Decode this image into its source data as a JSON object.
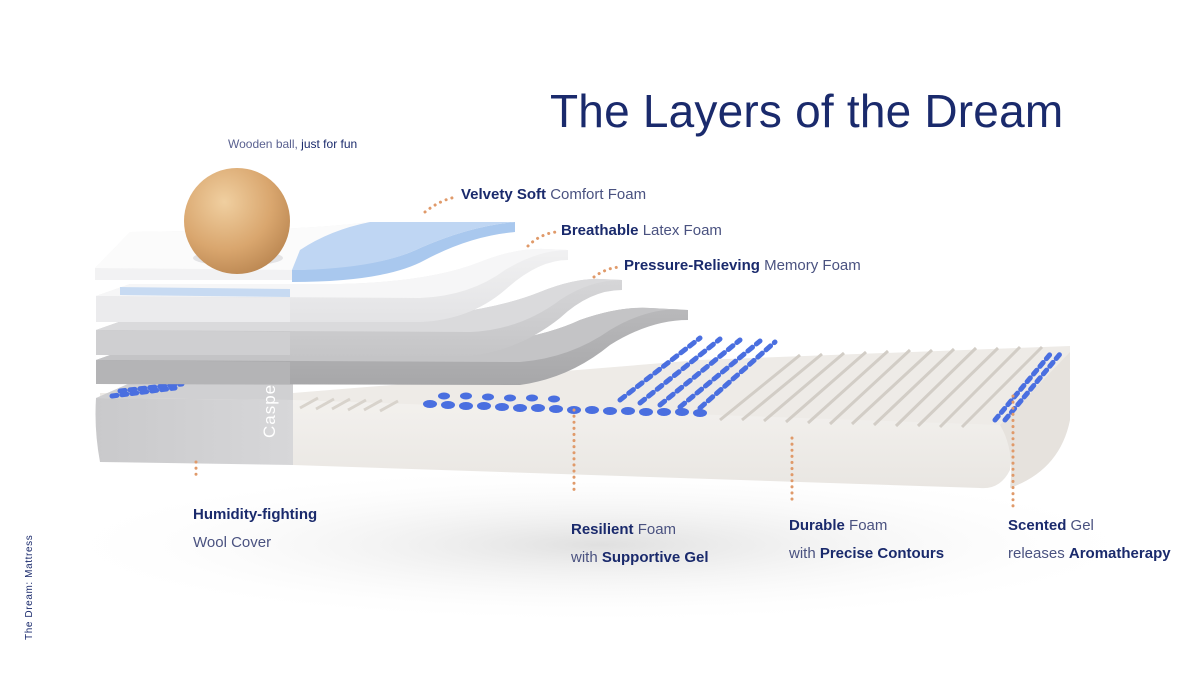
{
  "title": "The Layers of the Dream",
  "side_caption": "The Dream: Mattress",
  "brand_mark": "Casper",
  "ball_label": {
    "normal": "Wooden ball, ",
    "strong": "just for fun"
  },
  "layers_top": [
    {
      "strong": "Velvety Soft",
      "normal": " Comfort Foam"
    },
    {
      "strong": "Breathable",
      "normal": " Latex Foam"
    },
    {
      "strong": "Pressure-Relieving",
      "normal": " Memory Foam"
    }
  ],
  "layers_bottom": [
    {
      "line1_strong": "Humidity-fighting",
      "line1_normal": "",
      "line2_strong": "",
      "line2_normal": "Wool Cover"
    },
    {
      "line1_strong": "Resilient",
      "line1_normal": " Foam",
      "line2_normal": "with ",
      "line2_strong": "Supportive Gel"
    },
    {
      "line1_strong": "Durable",
      "line1_normal": " Foam",
      "line2_normal": "with ",
      "line2_strong": "Precise Contours"
    },
    {
      "line1_strong": "Scented",
      "line1_normal": " Gel",
      "line2_normal": "releases ",
      "line2_strong": "Aromatherapy"
    }
  ],
  "colors": {
    "title": "#1a2a6c",
    "label_text": "#4a5280",
    "leader_dots": "#e09a6a",
    "gel_blue": "#4a6fe0",
    "comfort_blue": "#a9c8ee",
    "wood": "#d9a66e"
  }
}
